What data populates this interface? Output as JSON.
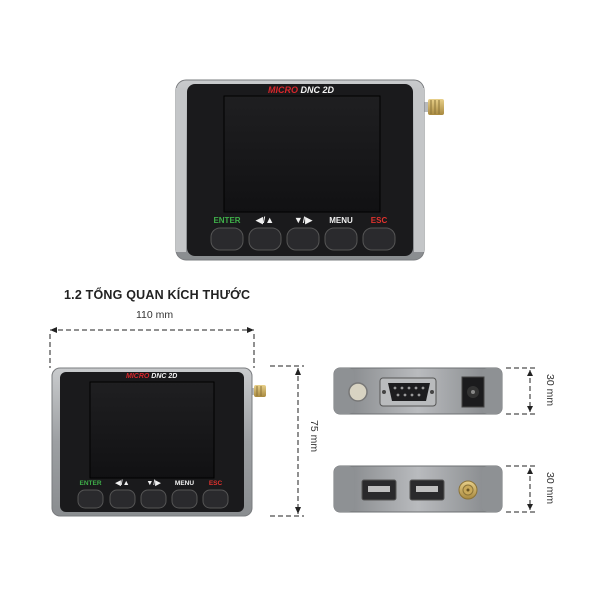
{
  "device_top": {
    "brand_red": "MICRO",
    "brand_white": "DNC 2D",
    "keys": [
      "ENTER",
      "◀/▲",
      "▼/▶",
      "MENU",
      "ESC"
    ]
  },
  "section_title": "1.2 TỔNG QUAN KÍCH THƯỚC",
  "dimensions": {
    "width": "110 mm",
    "height": "75 mm",
    "depth_top": "30 mm",
    "depth_bottom": "30 mm"
  },
  "device_small": {
    "brand_red": "MICRO",
    "brand_white": "DNC 2D",
    "keys": [
      "ENTER",
      "◀/▲",
      "▼/▶",
      "MENU",
      "ESC"
    ]
  },
  "colors": {
    "enter": "#3fae49",
    "nav": "#f2f2f2",
    "esc": "#e0322d",
    "brand_red": "#d8262b"
  },
  "icons": [
    "antenna-connector-icon",
    "serial-port-icon",
    "power-jack-icon",
    "usb-port-icon",
    "round-button-icon"
  ]
}
